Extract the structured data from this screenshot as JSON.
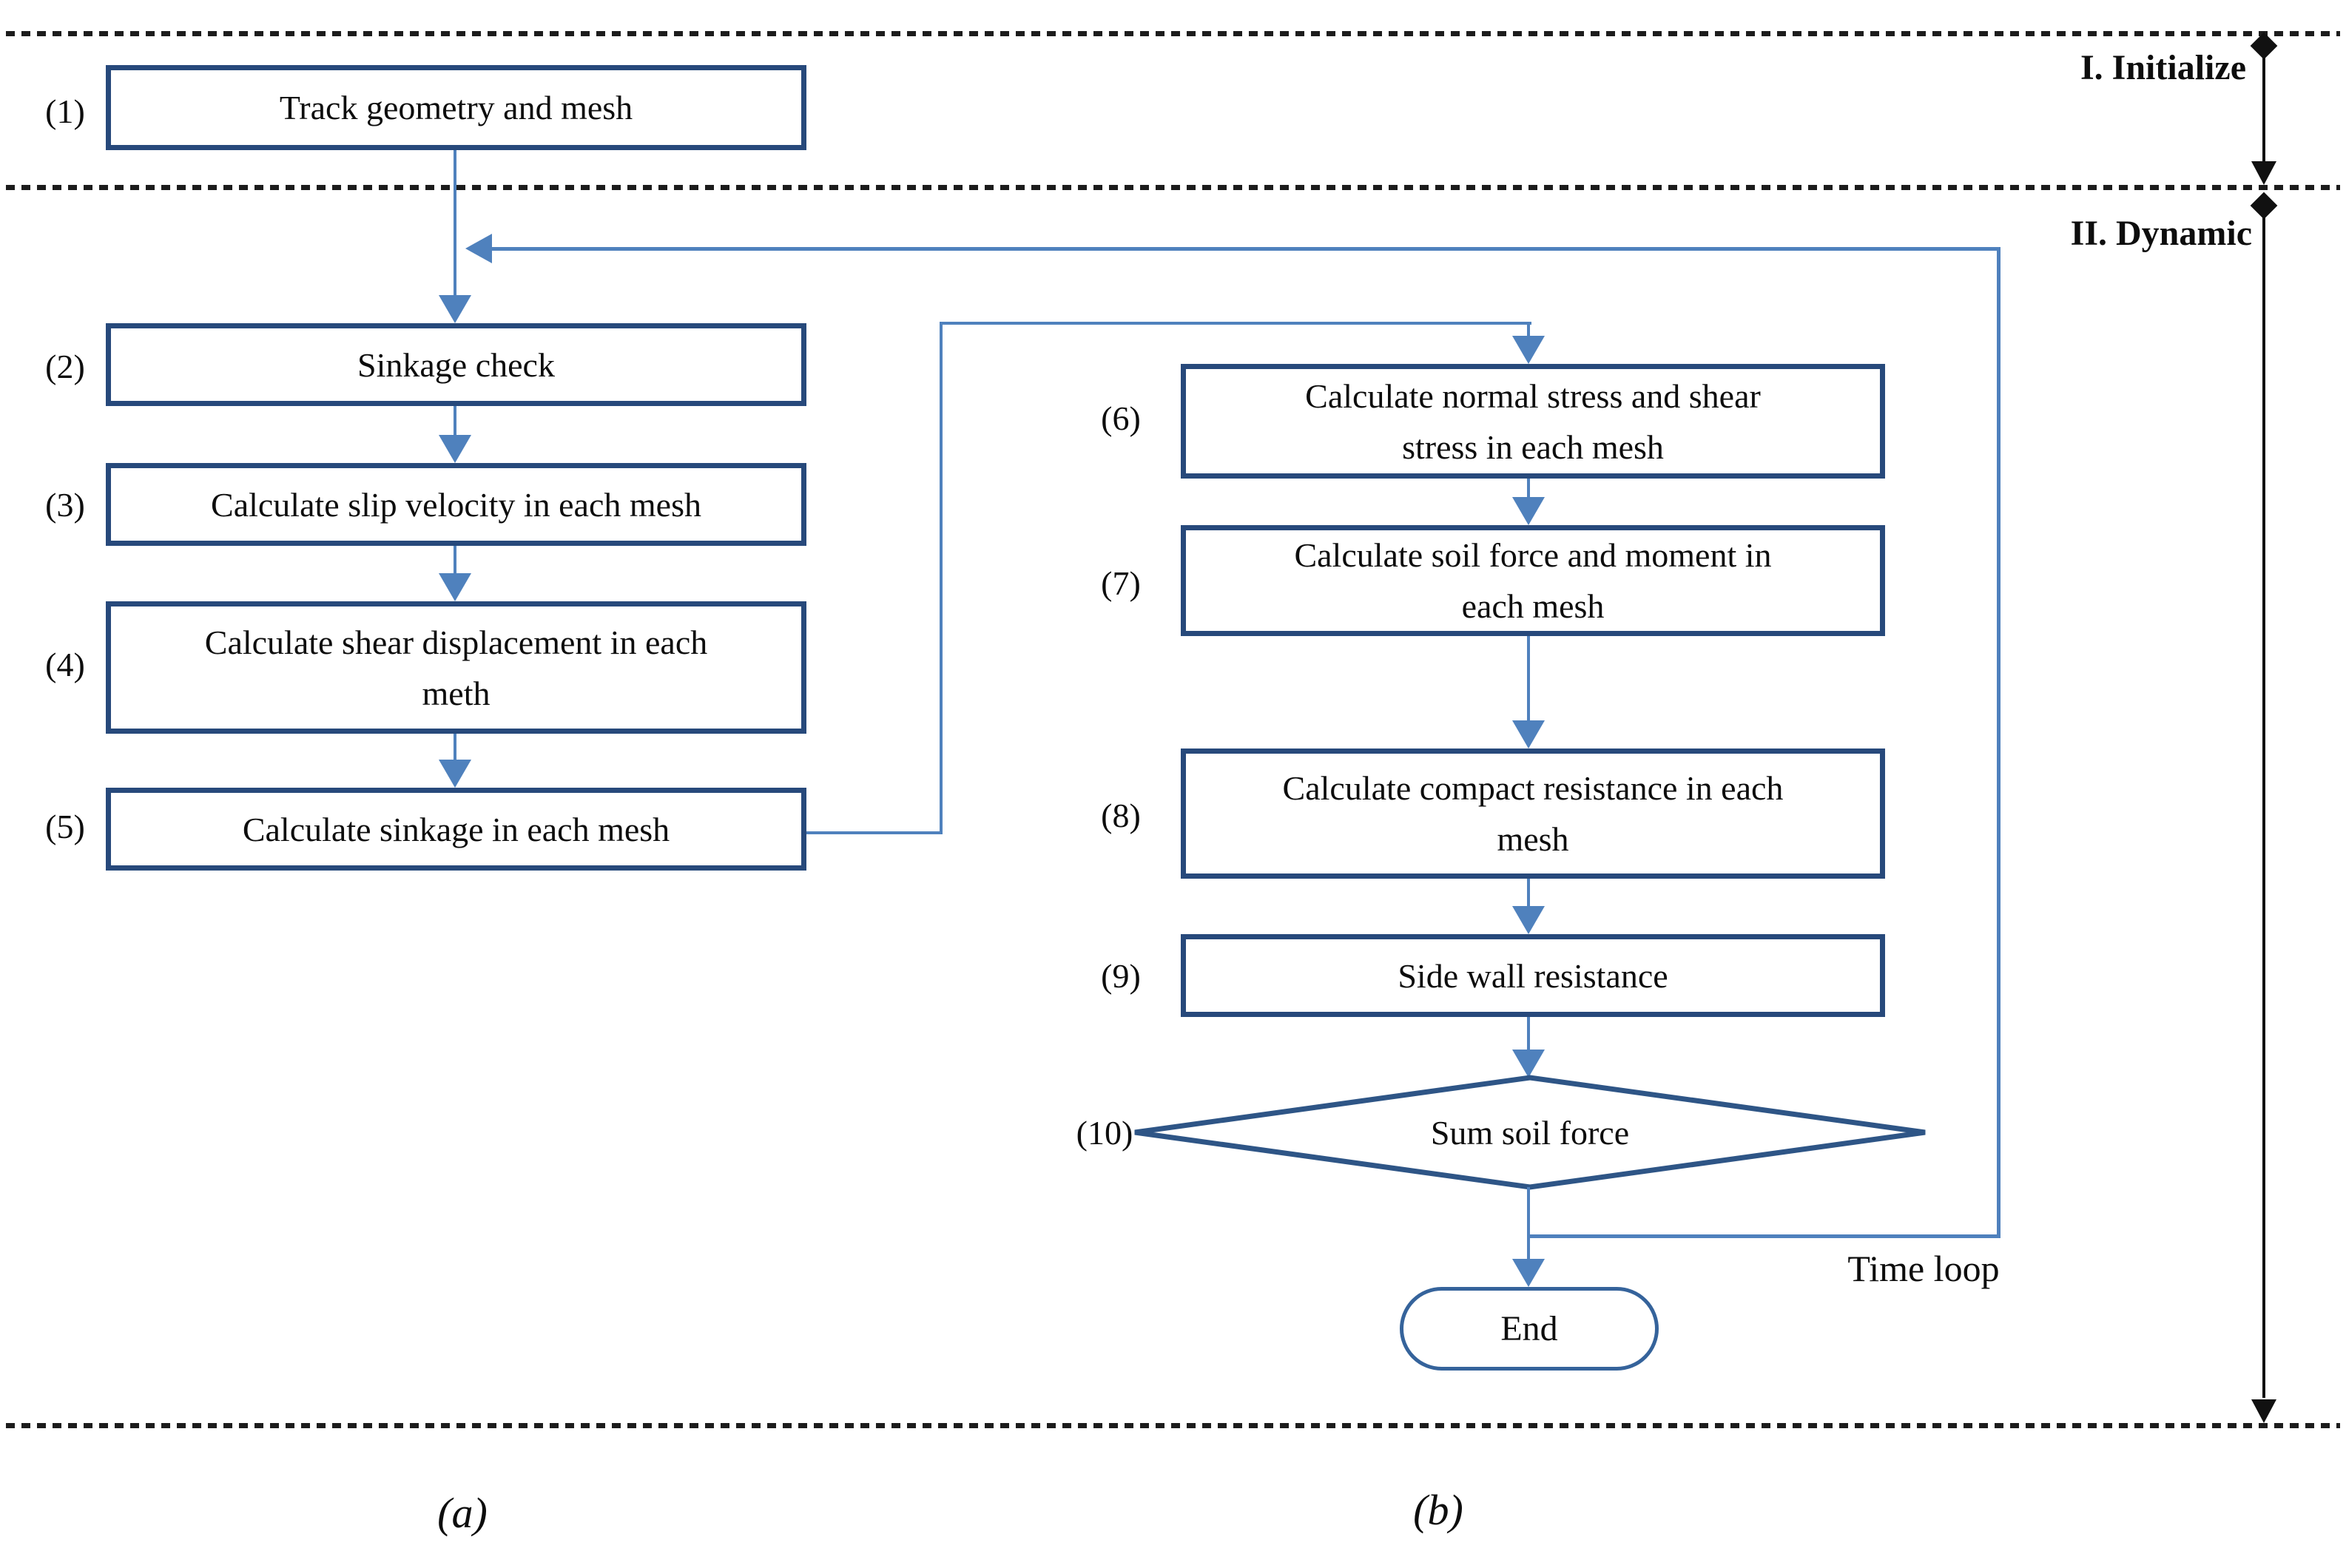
{
  "figure": {
    "section1_label": "I. Initialize",
    "section2_label": "II. Dynamic",
    "time_loop_label": "Time loop",
    "end_label": "End",
    "caption_a": "(a)",
    "caption_b": "(b)"
  },
  "left_steps": [
    {
      "num": "(1)",
      "text": "Track geometry and  mesh"
    },
    {
      "num": "(2)",
      "text": "Sinkage check"
    },
    {
      "num": "(3)",
      "text": "Calculate slip velocity in each mesh"
    },
    {
      "num": "(4)",
      "text": "Calculate shear displacement in each\nmeth"
    },
    {
      "num": "(5)",
      "text": "Calculate sinkage in each mesh"
    }
  ],
  "right_steps": [
    {
      "num": "(6)",
      "text": "Calculate normal stress and shear\nstress in each mesh"
    },
    {
      "num": "(7)",
      "text": "Calculate soil force and moment in\neach mesh"
    },
    {
      "num": "(8)",
      "text": "Calculate  compact resistance in each\nmesh"
    },
    {
      "num": "(9)",
      "text": "Side wall resistance"
    },
    {
      "num": "(10)",
      "text": "Sum soil force"
    }
  ],
  "colors": {
    "box_border": "#27497b",
    "connector_blue": "#4f81bd",
    "marker_black": "#111111",
    "end_border": "#35639b"
  }
}
